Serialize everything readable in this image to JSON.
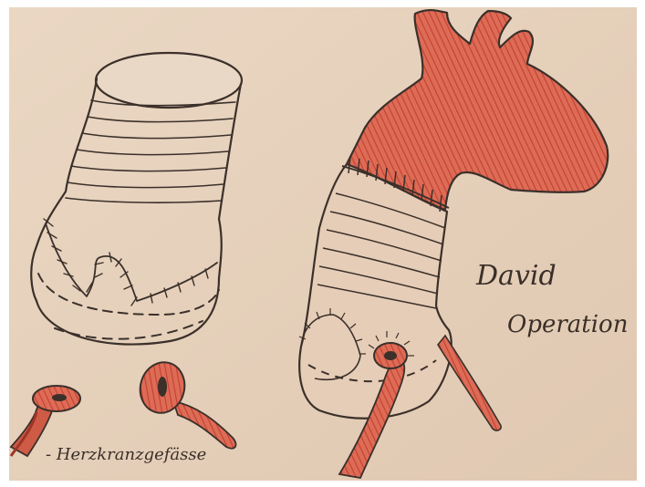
{
  "image": {
    "subject": "drawing",
    "colors": {
      "paper": "#e8d3bd",
      "border": "#ffffff",
      "pencil": "#3b302a",
      "red_fill": "#d4523f",
      "red_light": "#e49a86",
      "vessel": "#c9503c"
    }
  },
  "labels": {
    "title_line1": "David",
    "title_line2": "Operation",
    "vessels_label": "- Herzkranzgefässe"
  }
}
